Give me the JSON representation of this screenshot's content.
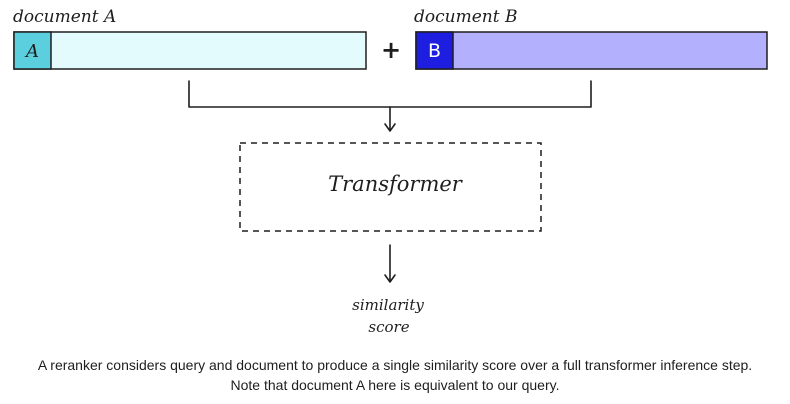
{
  "doc_a": {
    "label": "document A",
    "token": "A",
    "fill": "#e4fbfd",
    "token_fill": "#5ccfdf"
  },
  "doc_b": {
    "label": "document B",
    "token": "B",
    "fill": "#b3b0fd",
    "token_fill": "#1e1ee0"
  },
  "operator": "+",
  "transformer": {
    "label": "Transformer"
  },
  "output": {
    "line1": "similarity",
    "line2": "score"
  },
  "caption": {
    "line1": "A reranker considers query and document to produce a single similarity score over a full transformer inference step.",
    "line2": "Note that document A here is equivalent to our query."
  },
  "stroke_color": "#1e1e1e"
}
